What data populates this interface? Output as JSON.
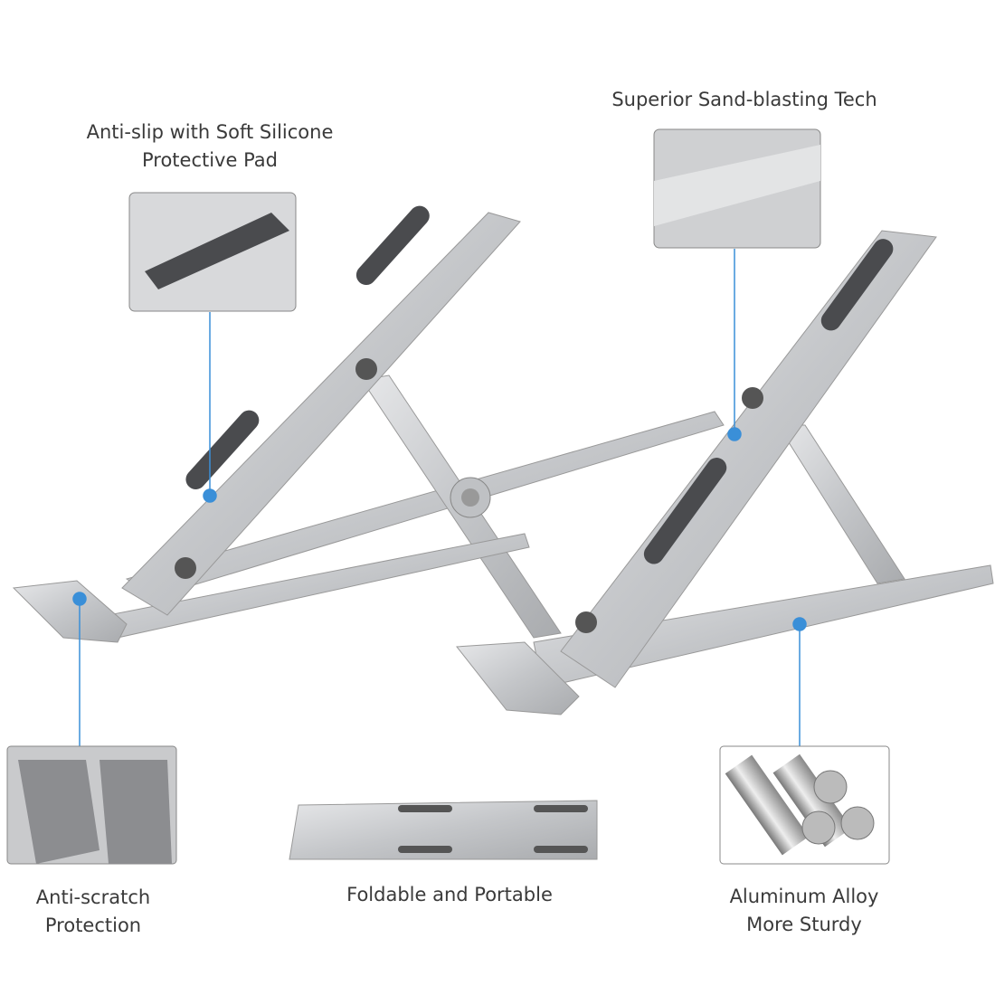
{
  "callouts": {
    "anti_slip": {
      "line1": "Anti-slip with Soft Silicone",
      "line2": "Protective Pad"
    },
    "sand_blasting": {
      "line1": "Superior Sand-blasting Tech"
    },
    "anti_scratch": {
      "line1": "Anti-scratch",
      "line2": "Protection"
    },
    "foldable": {
      "line1": "Foldable and Portable"
    },
    "aluminum": {
      "line1": "Aluminum Alloy",
      "line2": "More Sturdy"
    }
  },
  "colors": {
    "accent": "#3a8fd8",
    "metal": "#c9cbce",
    "metal_dark": "#9a9c9f",
    "pad": "#4a4b4e"
  }
}
